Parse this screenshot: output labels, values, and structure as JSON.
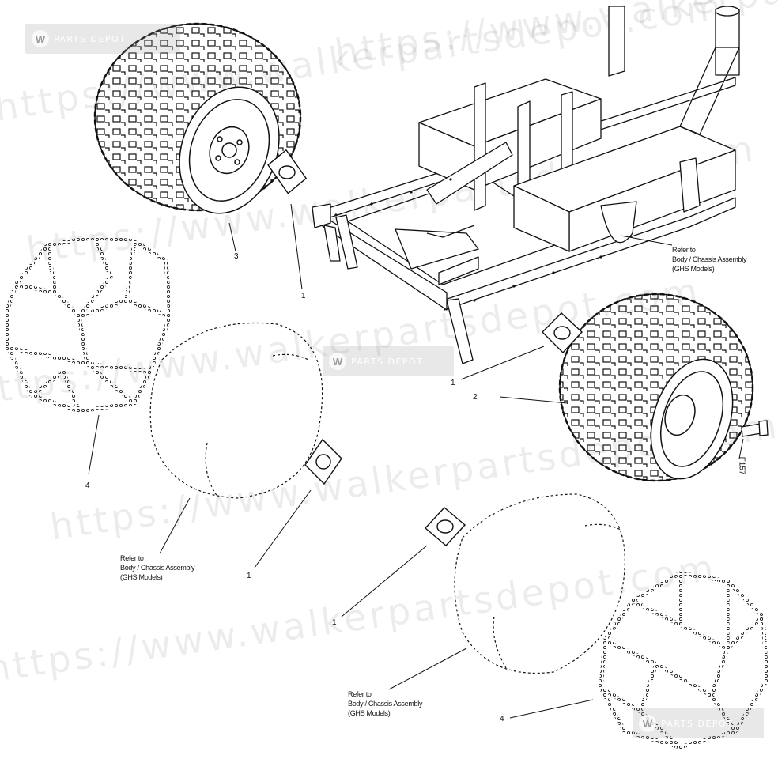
{
  "watermark": {
    "text": "https://www.walkerpartsdepot.com",
    "badge_text": "PARTS DEPOT",
    "badge_logo": "W",
    "color": "#000000"
  },
  "callouts": {
    "tire_top_left": "3",
    "plate_top_left": "1",
    "chain_left": "4",
    "plate_mid_left": "1",
    "plate_center": "1",
    "wheel_right": "2",
    "plate_right": "1",
    "bolt_right": "F157",
    "chain_bottom_right": "4"
  },
  "references": {
    "frame": [
      "Refer to",
      "Body / Chassis Assembly",
      "(GHS Models)"
    ],
    "left": [
      "Refer to",
      "Body / Chassis Assembly",
      "(GHS Models)"
    ],
    "bottom": [
      "Refer to",
      "Body / Chassis Assembly",
      "(GHS Models)"
    ]
  },
  "icons": [
    "wheel-icon",
    "tire-chain-icon",
    "gasket-plate-icon",
    "bolt-icon",
    "chassis-frame-icon",
    "logo-icon"
  ]
}
